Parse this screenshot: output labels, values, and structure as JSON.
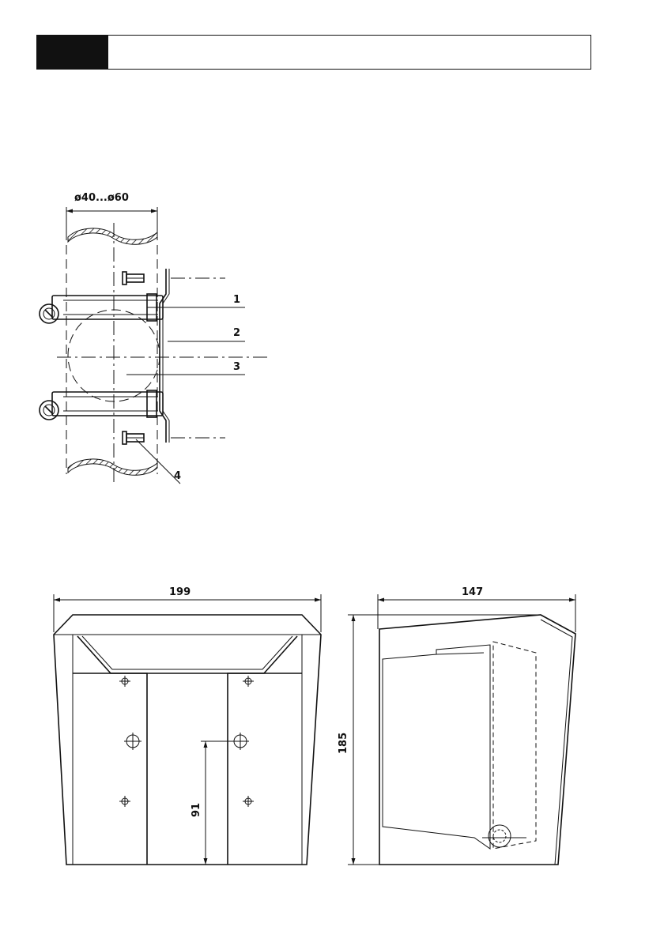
{
  "header": {
    "title": ""
  },
  "pole_mount": {
    "diameter_label": "ø40...ø60",
    "callouts": [
      "1",
      "2",
      "3",
      "4"
    ]
  },
  "hood_front": {
    "width_label": "199",
    "hole_spacing_label": "91"
  },
  "hood_side": {
    "depth_label": "147",
    "height_label": "185"
  }
}
